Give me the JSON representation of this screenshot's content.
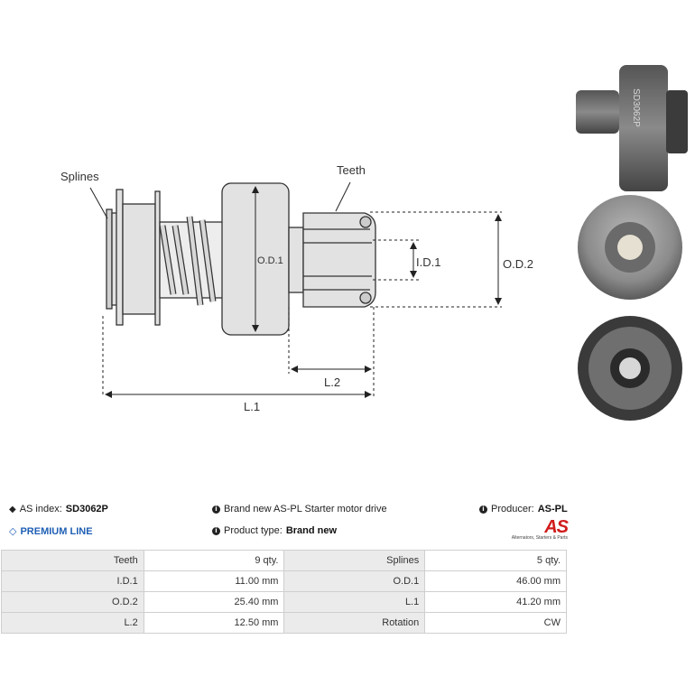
{
  "diagram": {
    "labels": {
      "splines": "Splines",
      "teeth": "Teeth",
      "od1": "O.D.1",
      "id1": "I.D.1",
      "od2": "O.D.2",
      "l2": "L.2",
      "l1": "L.1"
    }
  },
  "photos": {
    "part_marking": "SD3062P"
  },
  "info": {
    "as_index_label": "AS index:",
    "as_index_value": "SD3062P",
    "description": "Brand new AS-PL Starter motor drive",
    "producer_label": "Producer:",
    "producer_value": "AS-PL",
    "premium": "PREMIUM LINE",
    "product_type_label": "Product type:",
    "product_type_value": "Brand new",
    "logo_text": "AS",
    "logo_sub": "Alternators, Starters & Parts"
  },
  "specs": [
    {
      "l1": "Teeth",
      "v1": "9 qty.",
      "l2": "Splines",
      "v2": "5 qty."
    },
    {
      "l1": "I.D.1",
      "v1": "11.00 mm",
      "l2": "O.D.1",
      "v2": "46.00 mm"
    },
    {
      "l1": "O.D.2",
      "v1": "25.40 mm",
      "l2": "L.1",
      "v2": "41.20 mm"
    },
    {
      "l1": "L.2",
      "v1": "12.50 mm",
      "l2": "Rotation",
      "v2": "CW"
    }
  ],
  "colors": {
    "accent_blue": "#1f5fb4",
    "logo_red": "#d11b1b",
    "label_bg": "#ebebeb"
  }
}
